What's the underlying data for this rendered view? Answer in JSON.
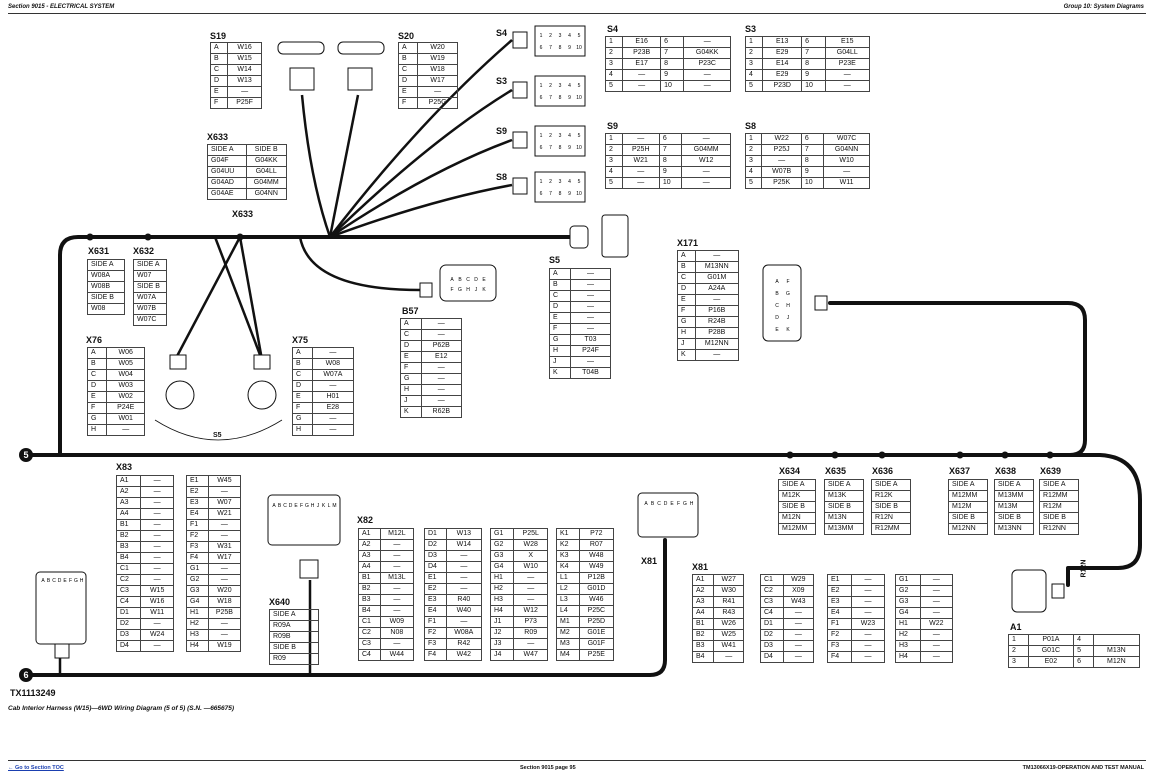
{
  "header": {
    "left": "Section 9015 - ELECTRICAL SYSTEM",
    "right": "Group 10: System Diagrams"
  },
  "footer": {
    "left": "← Go to Section TOC",
    "center": "Section 9015 page 95",
    "right": "TM13066X19-OPERATION AND TEST MANUAL"
  },
  "caption": "Cab Interior Harness (W15)—6WD Wiring Diagram (5 of 5) (S.N. —665675)",
  "drawing_id": "TX1113249",
  "circles": [
    "5",
    "6"
  ],
  "labels": {
    "S19": "S19",
    "S20": "S20",
    "S4": "S4",
    "S3": "S3",
    "S9": "S9",
    "S8": "S8",
    "X633": "X633",
    "X631": "X631",
    "X632": "X632",
    "X76": "X76",
    "X75": "X75",
    "B57": "B57",
    "S5": "S5",
    "X171": "X171",
    "X83": "X83",
    "X82": "X82",
    "X640": "X640",
    "X81": "X81",
    "A1": "A1",
    "X634": "X634",
    "X635": "X635",
    "X636": "X636",
    "X637": "X637",
    "X638": "X638",
    "X639": "X639",
    "S5b": "S5",
    "R12N": "R12N"
  },
  "tables": {
    "S19": [
      [
        "A",
        "W16"
      ],
      [
        "B",
        "W15"
      ],
      [
        "C",
        "W14"
      ],
      [
        "D",
        "W13"
      ],
      [
        "E",
        "—"
      ],
      [
        "F",
        "P25F"
      ]
    ],
    "S20": [
      [
        "A",
        "W20"
      ],
      [
        "B",
        "W19"
      ],
      [
        "C",
        "W18"
      ],
      [
        "D",
        "W17"
      ],
      [
        "E",
        "—"
      ],
      [
        "F",
        "P25G"
      ]
    ],
    "S4": [
      [
        "1",
        "E16",
        "6",
        "—"
      ],
      [
        "2",
        "P23B",
        "7",
        "G04KK"
      ],
      [
        "3",
        "E17",
        "8",
        "P23C"
      ],
      [
        "4",
        "—",
        "9",
        "—"
      ],
      [
        "5",
        "—",
        "10",
        "—"
      ]
    ],
    "S3": [
      [
        "1",
        "E13",
        "6",
        "E15"
      ],
      [
        "2",
        "E29",
        "7",
        "G04LL"
      ],
      [
        "3",
        "E14",
        "8",
        "P23E"
      ],
      [
        "4",
        "E29",
        "9",
        "—"
      ],
      [
        "5",
        "P23D",
        "10",
        "—"
      ]
    ],
    "S9": [
      [
        "1",
        "—",
        "6",
        "—"
      ],
      [
        "2",
        "P25H",
        "7",
        "G04MM"
      ],
      [
        "3",
        "W21",
        "8",
        "W12"
      ],
      [
        "4",
        "—",
        "9",
        "—"
      ],
      [
        "5",
        "—",
        "10",
        "—"
      ]
    ],
    "S8": [
      [
        "1",
        "W22",
        "6",
        "W07C"
      ],
      [
        "2",
        "P25J",
        "7",
        "G04NN"
      ],
      [
        "3",
        "—",
        "8",
        "W10"
      ],
      [
        "4",
        "W07B",
        "9",
        "—"
      ],
      [
        "5",
        "P25K",
        "10",
        "W11"
      ]
    ],
    "X633": [
      [
        "SIDE A",
        "SIDE B"
      ],
      [
        "G04F",
        "G04KK"
      ],
      [
        "G04UU",
        "G04LL"
      ],
      [
        "G04AD",
        "G04MM"
      ],
      [
        "G04AE",
        "G04NN"
      ]
    ],
    "X631": [
      [
        "SIDE A"
      ],
      [
        "W08A"
      ],
      [
        "W08B"
      ],
      [
        "SIDE B"
      ],
      [
        "W08"
      ]
    ],
    "X632": [
      [
        "SIDE A"
      ],
      [
        "W07"
      ],
      [
        "SIDE B"
      ],
      [
        "W07A"
      ],
      [
        "W07B"
      ],
      [
        "W07C"
      ]
    ],
    "X76": [
      [
        "A",
        "W06"
      ],
      [
        "B",
        "W05"
      ],
      [
        "C",
        "W04"
      ],
      [
        "D",
        "W03"
      ],
      [
        "E",
        "W02"
      ],
      [
        "F",
        "P24E"
      ],
      [
        "G",
        "W01"
      ],
      [
        "H",
        "—"
      ]
    ],
    "X75": [
      [
        "A",
        "—"
      ],
      [
        "B",
        "W08"
      ],
      [
        "C",
        "W07A"
      ],
      [
        "D",
        "—"
      ],
      [
        "E",
        "H01"
      ],
      [
        "F",
        "E28"
      ],
      [
        "G",
        "—"
      ],
      [
        "H",
        "—"
      ]
    ],
    "B57": [
      [
        "A",
        "—"
      ],
      [
        "C",
        "—"
      ],
      [
        "D",
        "P62B"
      ],
      [
        "E",
        "E12"
      ],
      [
        "F",
        "—"
      ],
      [
        "G",
        "—"
      ],
      [
        "H",
        "—"
      ],
      [
        "J",
        "—"
      ],
      [
        "K",
        "R62B"
      ]
    ],
    "S5": [
      [
        "A",
        "—"
      ],
      [
        "B",
        "—"
      ],
      [
        "C",
        "—"
      ],
      [
        "D",
        "—"
      ],
      [
        "E",
        "—"
      ],
      [
        "F",
        "—"
      ],
      [
        "G",
        "T03"
      ],
      [
        "H",
        "P24F"
      ],
      [
        "J",
        "—"
      ],
      [
        "K",
        "T04B"
      ]
    ],
    "X171": [
      [
        "A",
        "—"
      ],
      [
        "B",
        "M13NN"
      ],
      [
        "C",
        "G01M"
      ],
      [
        "D",
        "A24A"
      ],
      [
        "E",
        "—"
      ],
      [
        "F",
        "P16B"
      ],
      [
        "G",
        "R24B"
      ],
      [
        "H",
        "P28B"
      ],
      [
        "J",
        "M12NN"
      ],
      [
        "K",
        "—"
      ]
    ],
    "X83a": [
      [
        "A1",
        "—"
      ],
      [
        "A2",
        "—"
      ],
      [
        "A3",
        "—"
      ],
      [
        "A4",
        "—"
      ],
      [
        "B1",
        "—"
      ],
      [
        "B2",
        "—"
      ],
      [
        "B3",
        "—"
      ],
      [
        "B4",
        "—"
      ],
      [
        "C1",
        "—"
      ],
      [
        "C2",
        "—"
      ],
      [
        "C3",
        "W15"
      ],
      [
        "C4",
        "W16"
      ],
      [
        "D1",
        "W11"
      ],
      [
        "D2",
        "—"
      ],
      [
        "D3",
        "W24"
      ],
      [
        "D4",
        "—"
      ]
    ],
    "X83b": [
      [
        "E1",
        "W45"
      ],
      [
        "E2",
        "—"
      ],
      [
        "E3",
        "W07"
      ],
      [
        "E4",
        "W21"
      ],
      [
        "F1",
        "—"
      ],
      [
        "F2",
        "—"
      ],
      [
        "F3",
        "W31"
      ],
      [
        "F4",
        "W17"
      ],
      [
        "G1",
        "—"
      ],
      [
        "G2",
        "—"
      ],
      [
        "G3",
        "W20"
      ],
      [
        "G4",
        "W18"
      ],
      [
        "H1",
        "P25B"
      ],
      [
        "H2",
        "—"
      ],
      [
        "H3",
        "—"
      ],
      [
        "H4",
        "W19"
      ]
    ],
    "X82a": [
      [
        "A1",
        "M12L"
      ],
      [
        "A2",
        "—"
      ],
      [
        "A3",
        "—"
      ],
      [
        "A4",
        "—"
      ],
      [
        "B1",
        "M13L"
      ],
      [
        "B2",
        "—"
      ],
      [
        "B3",
        "—"
      ],
      [
        "B4",
        "—"
      ],
      [
        "C1",
        "W09"
      ],
      [
        "C2",
        "N08"
      ],
      [
        "C3",
        "—"
      ],
      [
        "C4",
        "W44"
      ]
    ],
    "X82b": [
      [
        "D1",
        "W13"
      ],
      [
        "D2",
        "W14"
      ],
      [
        "D3",
        "—"
      ],
      [
        "D4",
        "—"
      ],
      [
        "E1",
        "—"
      ],
      [
        "E2",
        "—"
      ],
      [
        "E3",
        "R40"
      ],
      [
        "E4",
        "W40"
      ],
      [
        "F1",
        "—"
      ],
      [
        "F2",
        "W08A"
      ],
      [
        "F3",
        "R42"
      ],
      [
        "F4",
        "W42"
      ]
    ],
    "X82c": [
      [
        "G1",
        "P25L"
      ],
      [
        "G2",
        "W28"
      ],
      [
        "G3",
        "X"
      ],
      [
        "G4",
        "W10"
      ],
      [
        "H1",
        "—"
      ],
      [
        "H2",
        "—"
      ],
      [
        "H3",
        "—"
      ],
      [
        "H4",
        "W12"
      ],
      [
        "J1",
        "P73"
      ],
      [
        "J2",
        "R09"
      ],
      [
        "J3",
        "—"
      ],
      [
        "J4",
        "W47"
      ]
    ],
    "X82d": [
      [
        "K1",
        "P72"
      ],
      [
        "K2",
        "R07"
      ],
      [
        "K3",
        "W48"
      ],
      [
        "K4",
        "W49"
      ],
      [
        "L1",
        "P12B"
      ],
      [
        "L2",
        "G01D"
      ],
      [
        "L3",
        "W46"
      ],
      [
        "L4",
        "P25C"
      ],
      [
        "M1",
        "P25D"
      ],
      [
        "M2",
        "G01E"
      ],
      [
        "M3",
        "G01F"
      ],
      [
        "M4",
        "P25E"
      ]
    ],
    "X640": [
      [
        "SIDE A"
      ],
      [
        "R09A"
      ],
      [
        "R09B"
      ],
      [
        "SIDE B"
      ],
      [
        "R09"
      ]
    ],
    "X81a": [
      [
        "A1",
        "W27"
      ],
      [
        "A2",
        "W30"
      ],
      [
        "A3",
        "R41"
      ],
      [
        "A4",
        "R43"
      ],
      [
        "B1",
        "W26"
      ],
      [
        "B2",
        "W25"
      ],
      [
        "B3",
        "W41"
      ],
      [
        "B4",
        "—"
      ]
    ],
    "X81b": [
      [
        "C1",
        "W29"
      ],
      [
        "C2",
        "X09"
      ],
      [
        "C3",
        "W43"
      ],
      [
        "C4",
        "—"
      ],
      [
        "D1",
        "—"
      ],
      [
        "D2",
        "—"
      ],
      [
        "D3",
        "—"
      ],
      [
        "D4",
        "—"
      ]
    ],
    "X81c": [
      [
        "E1",
        "—"
      ],
      [
        "E2",
        "—"
      ],
      [
        "E3",
        "—"
      ],
      [
        "E4",
        "—"
      ],
      [
        "F1",
        "W23"
      ],
      [
        "F2",
        "—"
      ],
      [
        "F3",
        "—"
      ],
      [
        "F4",
        "—"
      ]
    ],
    "X81d": [
      [
        "G1",
        "—"
      ],
      [
        "G2",
        "—"
      ],
      [
        "G3",
        "—"
      ],
      [
        "G4",
        "—"
      ],
      [
        "H1",
        "W22"
      ],
      [
        "H2",
        "—"
      ],
      [
        "H3",
        "—"
      ],
      [
        "H4",
        "—"
      ]
    ],
    "X634": [
      [
        "SIDE A"
      ],
      [
        "M12K"
      ],
      [
        "SIDE B"
      ],
      [
        "M12N"
      ],
      [
        "M12MM"
      ]
    ],
    "X635": [
      [
        "SIDE A"
      ],
      [
        "M13K"
      ],
      [
        "SIDE B"
      ],
      [
        "M13N"
      ],
      [
        "M13MM"
      ]
    ],
    "X636": [
      [
        "SIDE A"
      ],
      [
        "R12K"
      ],
      [
        "SIDE B"
      ],
      [
        "R12N"
      ],
      [
        "R12MM"
      ]
    ],
    "X637": [
      [
        "SIDE A"
      ],
      [
        "M12MM"
      ],
      [
        "M12M"
      ],
      [
        "SIDE B"
      ],
      [
        "M12NN"
      ]
    ],
    "X638": [
      [
        "SIDE A"
      ],
      [
        "M13MM"
      ],
      [
        "M13M"
      ],
      [
        "SIDE B"
      ],
      [
        "M13NN"
      ]
    ],
    "X639": [
      [
        "SIDE A"
      ],
      [
        "R12MM"
      ],
      [
        "R12M"
      ],
      [
        "SIDE B"
      ],
      [
        "R12NN"
      ]
    ],
    "A1": [
      [
        "1",
        "P01A",
        "4",
        ""
      ],
      [
        "2",
        "G01C",
        "5",
        "M13N"
      ],
      [
        "3",
        "E02",
        "6",
        "M12N"
      ]
    ]
  },
  "switch_pins": [
    "1",
    "2",
    "3",
    "4",
    "5",
    "6",
    "7",
    "8",
    "9",
    "10"
  ],
  "connector_pins_X171": [
    "A",
    "F",
    "B",
    "G",
    "C",
    "H",
    "D",
    "J",
    "E",
    "K"
  ],
  "connector_pins_B57": [
    "A",
    "B",
    "C",
    "D",
    "E",
    "F",
    "G",
    "H",
    "J",
    "K"
  ],
  "connector_pins_X83": "ABCDEFGH",
  "connector_pins_X82": "ABCDEFGHJKLM",
  "connector_pins_X81": "ABCDEFGH"
}
